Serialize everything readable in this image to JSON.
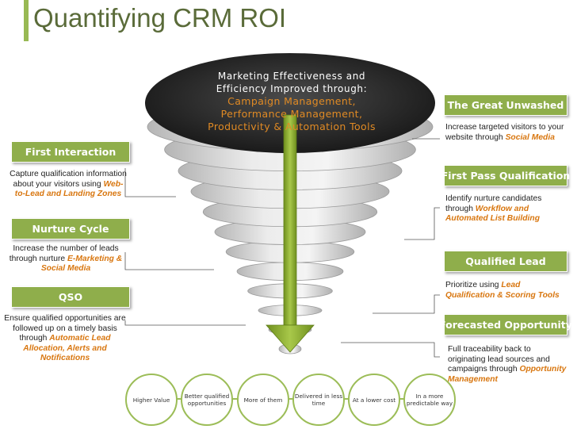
{
  "title": "Quantifying CRM ROI",
  "funnel": {
    "heading": "Marketing Effectiveness and Efficiency Improved through:",
    "highlight": "Campaign Management, Performance Management, Productivity & Automation Tools"
  },
  "left_stages": [
    {
      "label": "First Interaction",
      "text": "Capture qualification information about your visitors using ",
      "highlight": "Web-to-Lead and Landing Zones",
      "suffix": ""
    },
    {
      "label": "Nurture Cycle",
      "text": "Increase the number of leads through nurture ",
      "highlight": "E-Marketing & Social Media",
      "suffix": ""
    },
    {
      "label": "QSO",
      "text": "Ensure qualified opportunities are followed up on a timely basis through ",
      "highlight": "Automatic Lead Allocation, Alerts and Notifications",
      "suffix": ""
    }
  ],
  "right_stages": [
    {
      "label": "The Great Unwashed",
      "text": "Increase targeted visitors to your website through ",
      "highlight": "Social Media"
    },
    {
      "label": "First Pass Qualification",
      "text": "Identify nurture candidates through ",
      "highlight": "Workflow and Automated List Building"
    },
    {
      "label": "Qualified Lead",
      "text": "Prioritize using ",
      "highlight": "Lead Qualification & Scoring Tools"
    },
    {
      "label": "Forecasted Opportunity",
      "text": "Full traceability back to originating lead sources and campaigns through ",
      "highlight": "Opportunity Management"
    }
  ],
  "benefits": [
    "Higher Value",
    "Better qualified opportunities",
    "More of them",
    "Delivered in less time",
    "At a lower cost",
    "In a more predictable way"
  ],
  "colors": {
    "green": "#8fae4b",
    "funnel_gray": "#dcdcdc",
    "top_dark": "#3a3a3a",
    "arrow": "#8fae2e",
    "highlight_orange": "#d8760f",
    "title": "#5a6b39"
  }
}
